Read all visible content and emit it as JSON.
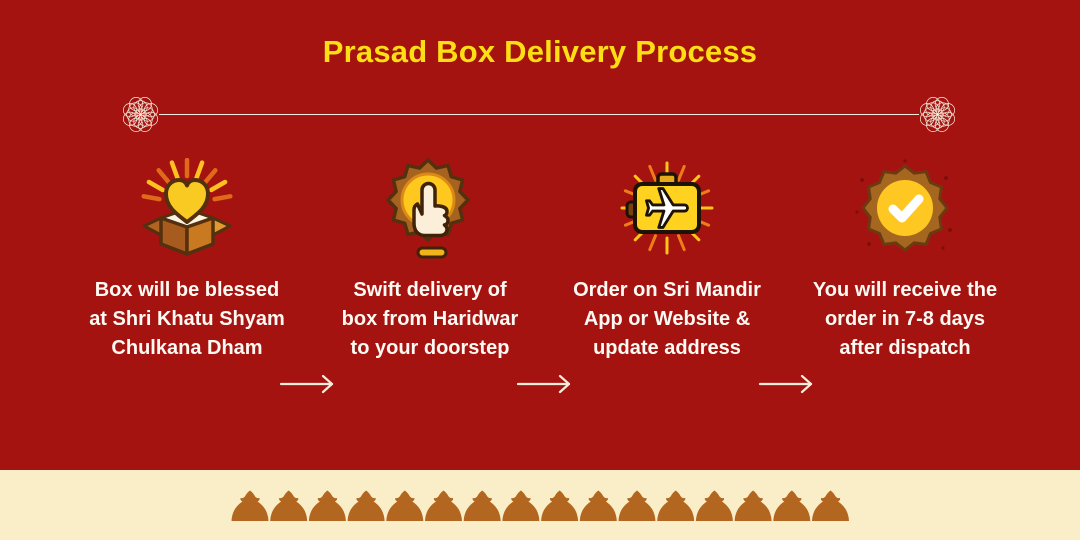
{
  "title": "Prasad Box Delivery Process",
  "colors": {
    "background": "#A51311",
    "title_text": "#FFDE14",
    "body_text": "#FEF9F2",
    "divider_line": "#F6EDDC",
    "footer_band": "#FAEEC8",
    "dome_brown": "#B2661F",
    "icon_gold": "#FFC81E",
    "icon_brown": "#A6621F"
  },
  "ornaments": {
    "left": "rosette-ornament",
    "right": "rosette-ornament",
    "footer": "temple-dome-border"
  },
  "steps": [
    {
      "icon": "blessed-box-icon",
      "lines": [
        "Box will be blessed",
        "at Shri Khatu Shyam",
        "Chulkana Dham"
      ]
    },
    {
      "icon": "tap-delivery-icon",
      "lines": [
        "Swift delivery of",
        "box from Haridwar",
        "to your doorstep"
      ]
    },
    {
      "icon": "travel-suitcase-icon",
      "lines": [
        "Order on Sri Mandir",
        "App or Website &",
        "update address"
      ]
    },
    {
      "icon": "verified-badge-icon",
      "lines": [
        "You will receive the",
        "order in 7-8 days",
        "after dispatch"
      ]
    }
  ]
}
